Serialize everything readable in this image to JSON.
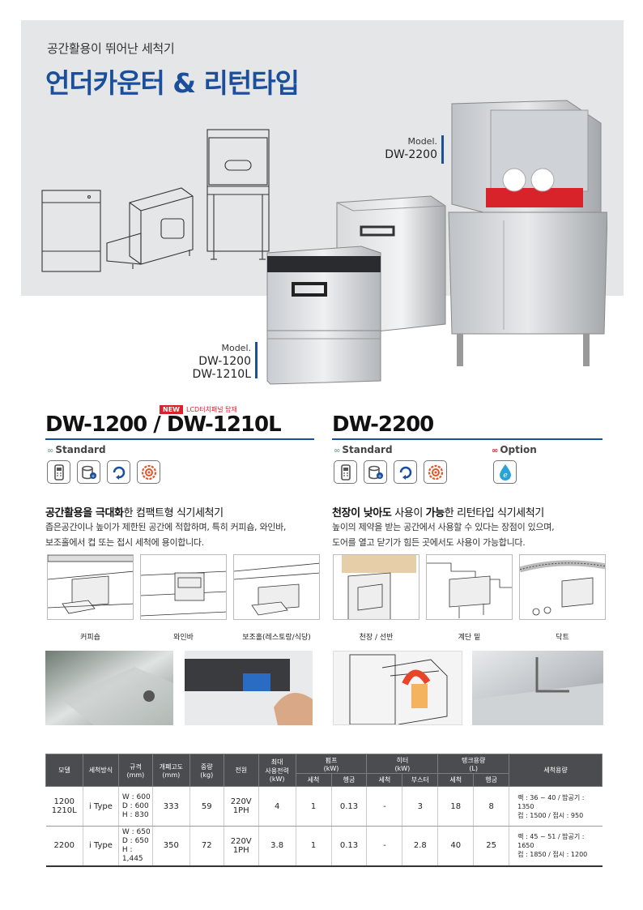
{
  "hero": {
    "subtitle": "공간활용이 뛰어난 세척기",
    "title": "언더카운터 & 리턴타입",
    "model_2200": {
      "label": "Model.",
      "name": "DW-2200"
    },
    "model_1200": {
      "label": "Model.",
      "name1": "DW-1200",
      "name2": "DW-1210L"
    }
  },
  "left": {
    "badge": "NEW",
    "badge_text": "LCD터치패널 탑재",
    "title": "DW-1200 / DW-1210L",
    "standard_label": "Standard",
    "headline_bold1": "공간활용을 극대화",
    "headline_rest": "한 컴팩트형 식기세척기",
    "desc_line1": "좁은공간이나 높이가 제한된 공간에 적합하며, 특히 커피숍, 와인바,",
    "desc_line2": "보조홀에서 컵 또는 접시 세척에 용이합니다.",
    "captions": [
      "커피숍",
      "와인바",
      "보조홀(레스토랑/식당)"
    ]
  },
  "right": {
    "title": "DW-2200",
    "standard_label": "Standard",
    "option_label": "Option",
    "headline_bold1": "천장이 낮아도",
    "headline_mid": " 사용이 ",
    "headline_bold2": "가능",
    "headline_rest": "한 리턴타입 식기세척기",
    "desc_line1": "높이의 제약을 받는 공간에서 사용할 수 있다는 장점이 있으며,",
    "desc_line2": "도어를 열고 닫기가 힘든 곳에서도 사용이 가능합니다.",
    "captions": [
      "천장 / 선반",
      "계단 밑",
      "닥트"
    ]
  },
  "icons": {
    "standard": [
      "remote-control-icon",
      "detergent-dispenser-icon",
      "rinse-cycle-icon",
      "pump-icon"
    ],
    "option": [
      "water-softener-icon"
    ],
    "option_glyph": "e"
  },
  "table": {
    "headers": {
      "model": "모델",
      "type": "세척방식",
      "size": "규격\n(mm)",
      "open_height": "개폐고도\n(mm)",
      "weight": "중량\n(kg)",
      "power": "전원",
      "max_power": "최대\n사용전력\n(kW)",
      "pump": "펌프\n(kW)",
      "heater": "히터\n(kW)",
      "tank": "탱크용량\n(L)",
      "capacity": "세척용량",
      "sub_wash": "세척",
      "sub_rinse": "헹굼",
      "sub_booster": "부스터"
    },
    "rows": [
      {
        "model": "1200\n1210L",
        "type": "i Type",
        "size": "W : 600\nD : 600\nH : 830",
        "open_height": "333",
        "weight": "59",
        "power": "220V\n1PH",
        "max_power": "4",
        "pump_wash": "1",
        "pump_rinse": "0.13",
        "heater_wash": "-",
        "heater_booster": "3",
        "tank_wash": "18",
        "tank_rinse": "8",
        "capacity": "랙 : 36 ~ 40  /  밥공기 : 1350\n컵 : 1500  /  접시 : 950"
      },
      {
        "model": "2200",
        "type": "i Type",
        "size": "W : 650\nD : 650\nH : 1,445",
        "open_height": "350",
        "weight": "72",
        "power": "220V\n1PH",
        "max_power": "3.8",
        "pump_wash": "1",
        "pump_rinse": "0.13",
        "heater_wash": "-",
        "heater_booster": "2.8",
        "tank_wash": "40",
        "tank_rinse": "25",
        "capacity": "랙 : 45 ~ 51  /  밥공기 : 1650\n컵 : 1850  /  접시 : 1200"
      }
    ]
  },
  "colors": {
    "brand_blue": "#1b4f9c",
    "accent_red": "#d8232a",
    "hero_bg": "#e5e6e7",
    "table_header": "#4a4c50"
  }
}
